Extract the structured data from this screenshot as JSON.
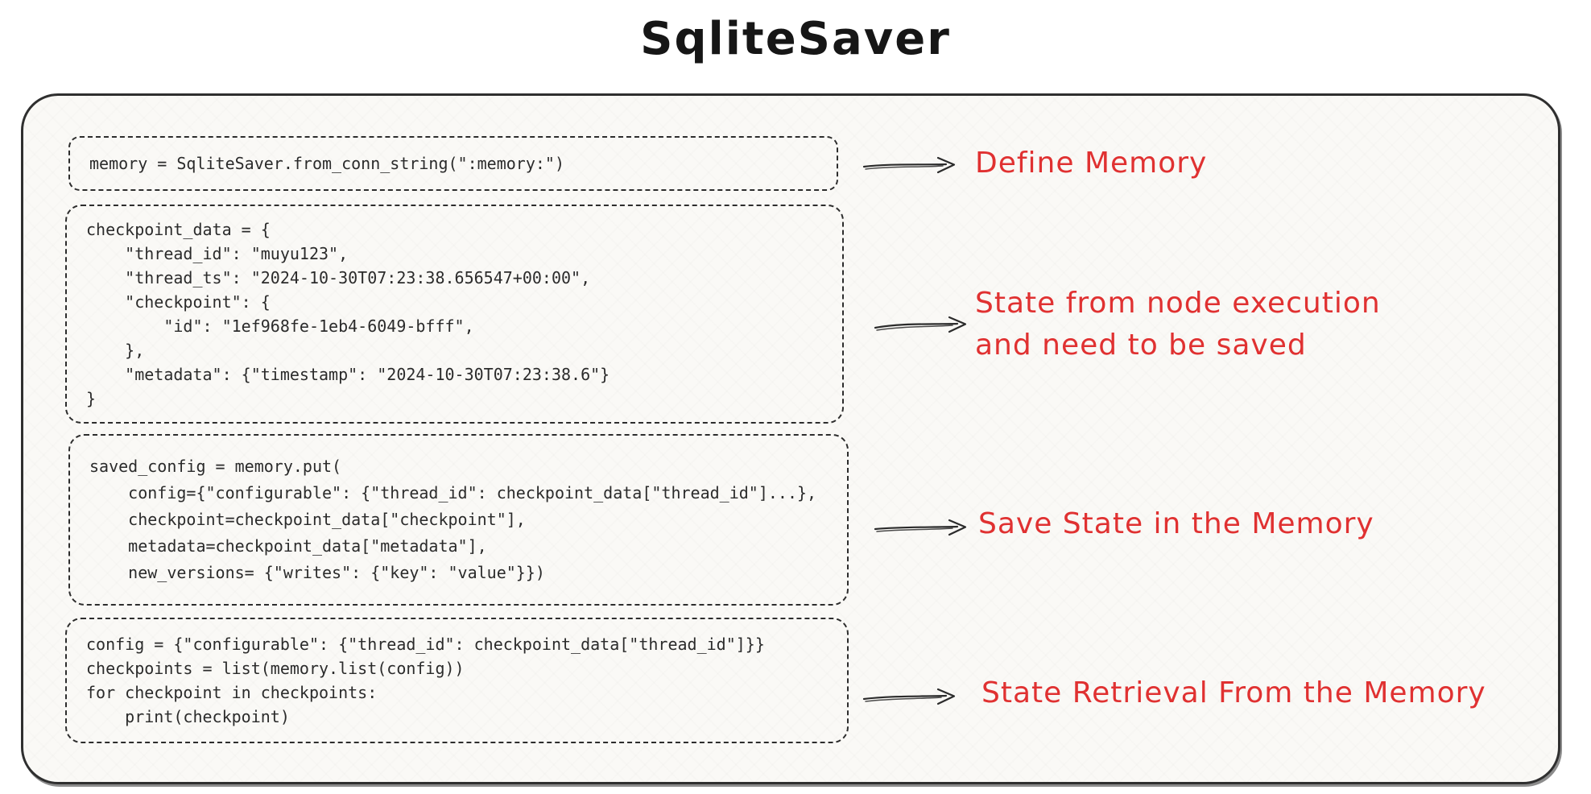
{
  "title": "SqliteSaver",
  "colors": {
    "annotation": "#e03131",
    "stroke": "#2f2f2f",
    "frame_background": "#faf9f6"
  },
  "blocks": [
    {
      "name": "define-memory",
      "code_lines": [
        "memory = SqliteSaver.from_conn_string(\":memory:\")"
      ],
      "annotation_lines": [
        "Define Memory"
      ]
    },
    {
      "name": "checkpoint-data",
      "code_lines": [
        "checkpoint_data = {",
        "    \"thread_id\": \"muyu123\",",
        "    \"thread_ts\": \"2024-10-30T07:23:38.656547+00:00\",",
        "    \"checkpoint\": {",
        "        \"id\": \"1ef968fe-1eb4-6049-bfff\",",
        "    },",
        "    \"metadata\": {\"timestamp\": \"2024-10-30T07:23:38.6\"}",
        "}"
      ],
      "annotation_lines": [
        "State from node execution",
        "and need to be saved"
      ]
    },
    {
      "name": "save-state",
      "code_lines": [
        "saved_config = memory.put(",
        "    config={\"configurable\": {\"thread_id\": checkpoint_data[\"thread_id\"]...},",
        "    checkpoint=checkpoint_data[\"checkpoint\"],",
        "    metadata=checkpoint_data[\"metadata\"],",
        "    new_versions= {\"writes\": {\"key\": \"value\"}})"
      ],
      "annotation_lines": [
        "Save State in the Memory"
      ]
    },
    {
      "name": "state-retrieval",
      "code_lines": [
        "config = {\"configurable\": {\"thread_id\": checkpoint_data[\"thread_id\"]}}",
        "checkpoints = list(memory.list(config))",
        "for checkpoint in checkpoints:",
        "    print(checkpoint)"
      ],
      "annotation_lines": [
        "State Retrieval From the Memory"
      ]
    }
  ]
}
